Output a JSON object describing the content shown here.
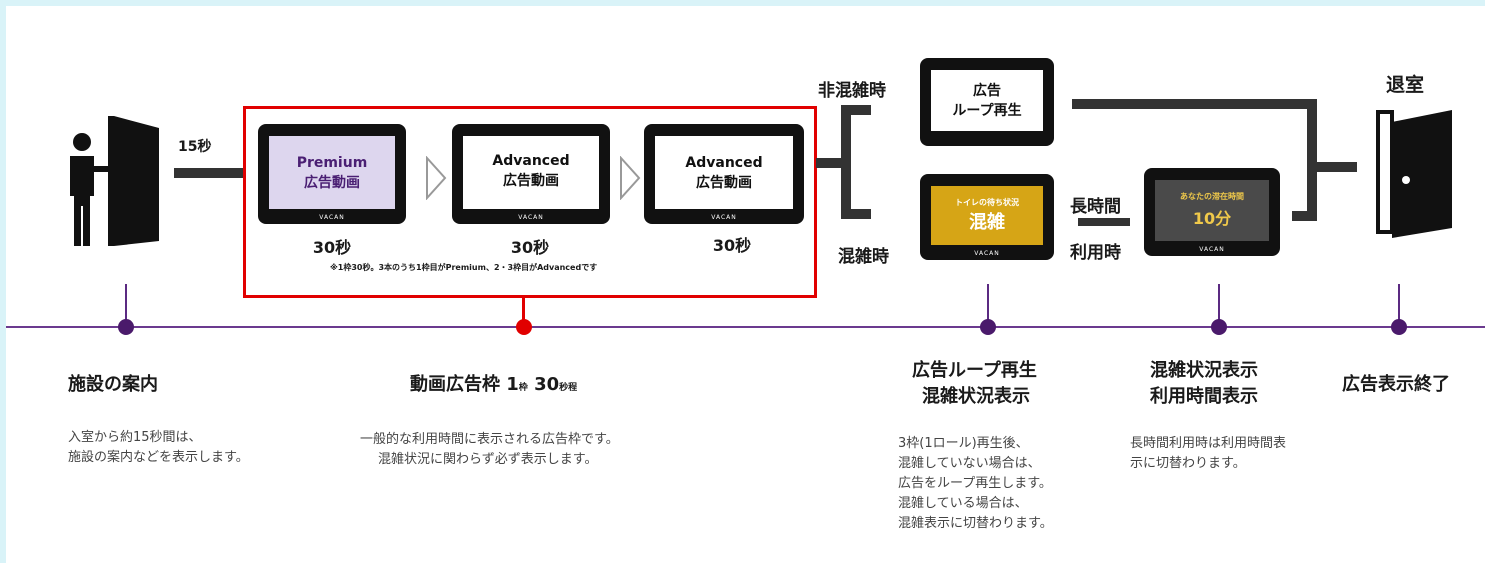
{
  "flow": {
    "t15": "15秒",
    "screens": [
      {
        "line1": "Premium",
        "line2": "広告動画",
        "secs": "30秒",
        "brand": "VACAN"
      },
      {
        "line1": "Advanced",
        "line2": "広告動画",
        "secs": "30秒",
        "brand": "VACAN"
      },
      {
        "line1": "Advanced",
        "line2": "広告動画",
        "secs": "30秒",
        "brand": "VACAN"
      }
    ],
    "note": "※1枠30秒。3本のうち1枠目がPremium、2・3枠目がAdvancedです",
    "branch_uncrowded": "非混雑時",
    "branch_crowded": "混雑時",
    "loop_screen": {
      "line1": "広告",
      "line2": "ループ再生",
      "brand": "VACAN"
    },
    "crowd_screen": {
      "small": "トイレの待ち状況",
      "big": "混雑",
      "brand": "VACAN"
    },
    "long_use": {
      "line1": "長時間",
      "line2": "利用時"
    },
    "time_screen": {
      "small": "あなたの滞在時間",
      "big": "10分",
      "brand": "VACAN"
    },
    "exit": "退室"
  },
  "milestones": [
    {
      "title": "施設の案内",
      "desc": [
        "入室から約15秒間は、",
        "施設の案内などを表示します。"
      ]
    },
    {
      "title_main": "動画広告枠 1",
      "title_small1": "枠",
      "title_num": "30",
      "title_small2": "秒程",
      "desc": [
        "一般的な利用時間に表示される広告枠です。",
        "混雑状況に関わらず必ず表示します。"
      ]
    },
    {
      "title": [
        "広告ループ再生",
        "混雑状況表示"
      ],
      "desc": [
        "3枠(1ロール)再生後、",
        "混雑していない場合は、",
        "広告をループ再生します。",
        "混雑している場合は、",
        "混雑表示に切替わります。"
      ]
    },
    {
      "title": [
        "混雑状況表示",
        "利用時間表示"
      ],
      "desc": [
        "長時間利用時は利用時間表",
        "示に切替わります。"
      ]
    },
    {
      "title": "広告表示終了"
    }
  ],
  "colors": {
    "timeline": "#6b3a8f",
    "dot": "#4a1a6b",
    "highlight": "#e10000",
    "premium_screen": "#ddd6ee",
    "premium_text": "#4a1f73",
    "crowd_screen": "#d6a516",
    "time_screen": "#4a4a4a"
  }
}
